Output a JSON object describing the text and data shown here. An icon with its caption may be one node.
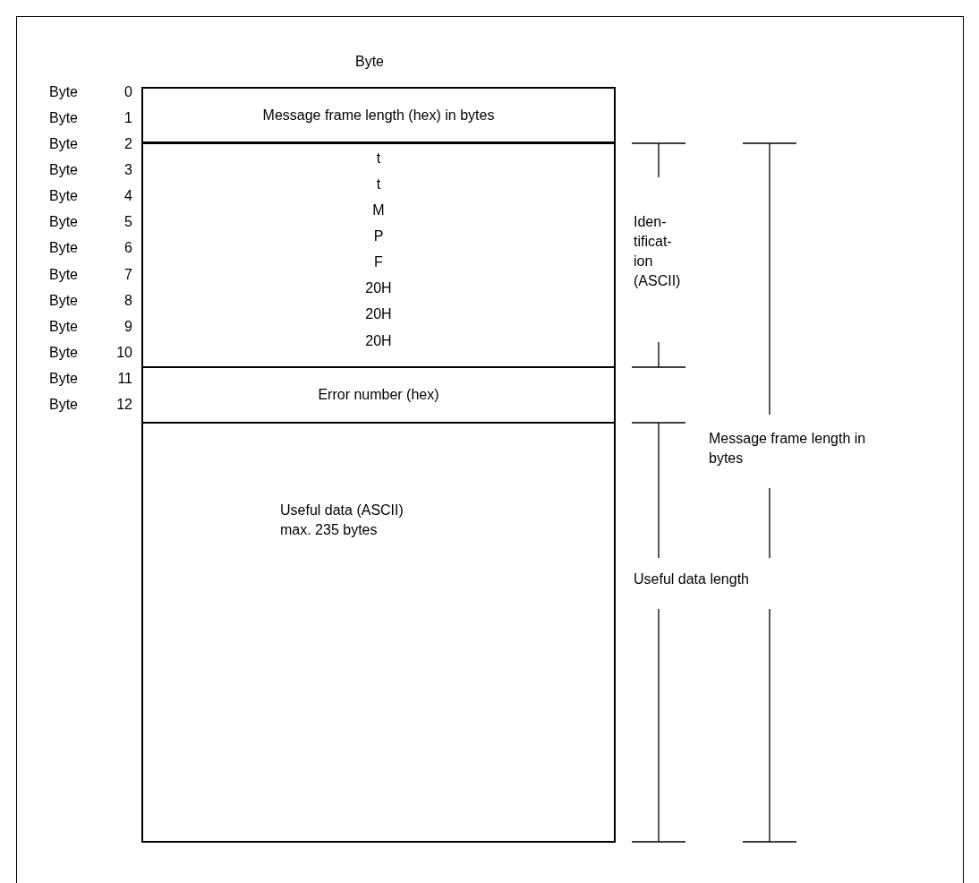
{
  "diagram": {
    "nodes": [
      {
        "text": [
          "Message frame length (hex) in bytes"
        ]
      },
      {
        "text": [
          "t",
          "t",
          "M",
          "P",
          "F",
          "20H",
          "20H",
          "20H"
        ]
      },
      {
        "text": [
          "Error number (hex)"
        ]
      },
      {
        "text": [
          "Useful data (ASCII) max. 235 bytes"
        ]
      }
    ],
    "edges": [],
    "labels": [
      "Byte",
      "Byte",
      "0",
      "Byte",
      "1",
      "Byte",
      "2",
      "Byte",
      "3",
      "Byte",
      "4",
      "Byte",
      "5",
      "Byte",
      "6",
      "Byte",
      "7",
      "Byte",
      "8",
      "Byte",
      "9",
      "Byte",
      "10",
      "Byte",
      "11",
      "Byte",
      "12",
      "Iden- tificat- ion (ASCII)",
      "Message frame length in bytes",
      "Useful data length"
    ]
  }
}
